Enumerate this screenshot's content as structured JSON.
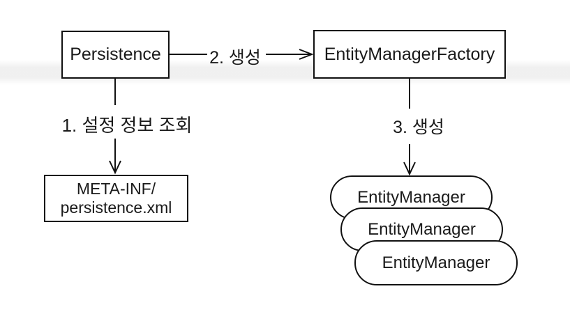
{
  "diagram": {
    "title_hint": "JPA persistence startup flow diagram",
    "nodes": {
      "persistence": {
        "label": "Persistence"
      },
      "entity_manager_factory": {
        "label": "EntityManagerFactory"
      },
      "persistence_xml": {
        "line1": "META-INF/",
        "line2": "persistence.xml"
      },
      "entity_managers": [
        {
          "label": "EntityManager"
        },
        {
          "label": "EntityManager"
        },
        {
          "label": "EntityManager"
        }
      ]
    },
    "edges": {
      "config_lookup": {
        "label": "1. 설정 정보 조회"
      },
      "create_factory": {
        "label": "2. 생성"
      },
      "create_manager": {
        "label": "3. 생성"
      }
    },
    "colors": {
      "stroke": "#111111",
      "text": "#1a1a1a",
      "background": "#ffffff",
      "node_fill": "#ffffff",
      "band": "#eeeeee"
    }
  }
}
